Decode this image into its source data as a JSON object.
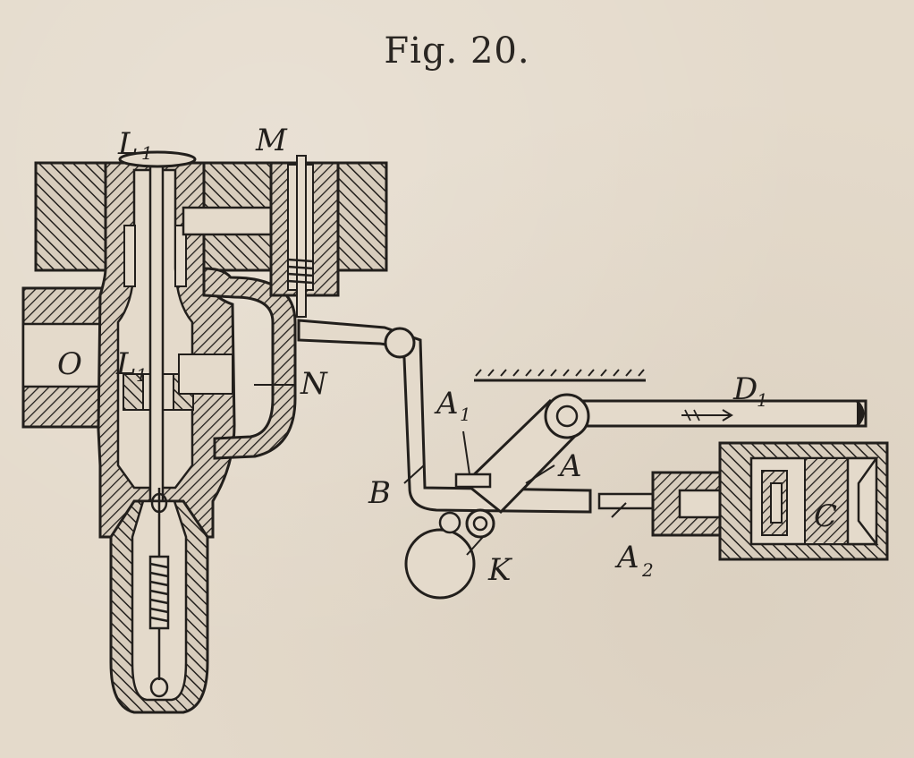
{
  "figure": {
    "title": "Fig. 20."
  },
  "labels": {
    "L": "L",
    "L_sub": "1",
    "M_top": "M",
    "O": "O",
    "L2": "L",
    "L2_sub": "1",
    "N": "N",
    "A1": "A",
    "A1_sub": "1",
    "D1": "D",
    "D1_sub": "1",
    "B": "B",
    "A": "A",
    "C": "C",
    "K": "K",
    "A2": "A",
    "A2_sub": "2"
  },
  "colors": {
    "ink": "#221f1c",
    "paper": "#e4dacb"
  }
}
